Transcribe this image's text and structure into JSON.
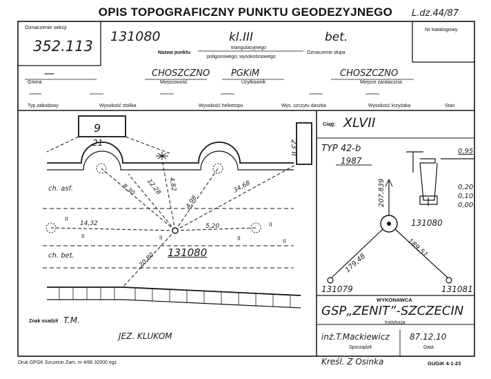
{
  "header": {
    "title": "OPIS TOPOGRAFICZNY PUNKTU GEODEZYJNEGO",
    "ledger_no": "L.dz.44/87"
  },
  "fields": {
    "section_label": "Oznaczenie sekcji",
    "section_value": "352.113",
    "catalog_label": "Nr katalogowy",
    "point_number": "131080",
    "point_class": "kl.III",
    "marker_type": "bet.",
    "point_name_label": "Nazwa punktu",
    "triangulation_label": "triangulacyjnego",
    "polygon_label": "poligonowego; wysokościowego",
    "marker_label": "Oznaczenie słupa",
    "commune_value": "—",
    "commune_label": "Gmina",
    "locality_value": "CHOSZCZNO",
    "locality_label": "Miejscowość",
    "user_value": "PGKiM",
    "user_label": "Użytkownik",
    "zone_value": "CHOSZCZNO",
    "zone_label": "Miejsce zaralacznia",
    "build_type_label": "Typ zabudowy",
    "table_height_label": "Wysokość stolika",
    "heliotrope_height_label": "Wysokość heliotropu",
    "plate_height_label": "Wys. szczytu daszka",
    "cross_height_label": "Wysokość krzyżaka",
    "state_label": "Stan"
  },
  "sketch": {
    "building_number": "9",
    "house_number": "21",
    "side_building_number": "23 II",
    "road_label": "ch. asf.",
    "sidewalk_label": "ch. bet.",
    "lake_label": "JEZ. KLUKOM",
    "measurements": [
      "8,30",
      "12,28",
      "4,82",
      "4,98",
      "34,68",
      "14,32",
      "5,20",
      "20,80"
    ],
    "center_point": "131080",
    "tm_label": "Znak osadził",
    "tm_value": "T.M."
  },
  "traverse": {
    "label": "Ciąg:",
    "value": "XLVII",
    "type": "TYP 42-b",
    "year": "1987",
    "center": "131080",
    "left_point": "131079",
    "right_point": "131081",
    "dist_up": "207,839",
    "dist_left": "179,48",
    "dist_right": "189,51",
    "depth_values": [
      "0,95",
      "0,20",
      "0,10",
      "0,00"
    ]
  },
  "footer": {
    "contractor_label": "WYKONAWCA",
    "contractor_value": "GSP„ZENIT”-SZCZECIN",
    "institution_label": "Instytucja",
    "author_value": "inż.T.Mackiewicz",
    "date_value": "87.12.10",
    "author_label": "Sporządził",
    "date_label": "Data",
    "print_info": "Druk GPGK Szczecin Zam. nr 4/86   32000 egz.",
    "draftsman": "Kreśl. Z Osinka",
    "form_code": "GUGiK 4-1-23"
  }
}
